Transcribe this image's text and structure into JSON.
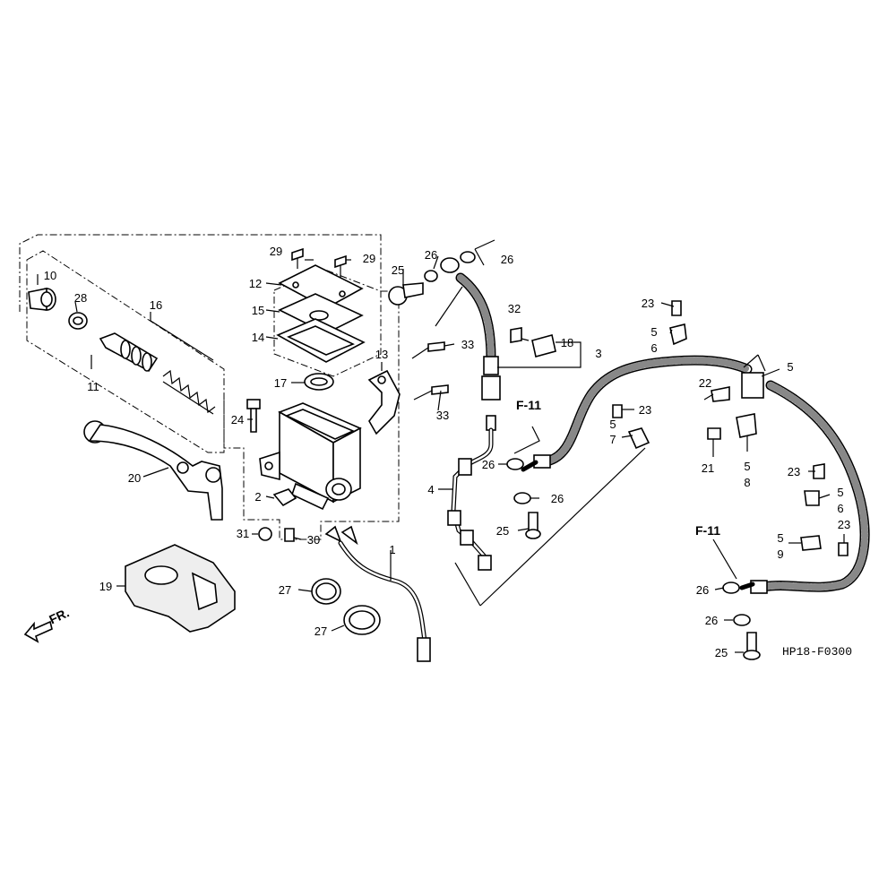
{
  "diagram_code": "HP18-F0300",
  "section_ref": "F-11",
  "direction": "FR.",
  "callouts": {
    "c1": "1",
    "c2": "2",
    "c3": "3",
    "c4": "4",
    "c5": "5",
    "c6": "6",
    "c7": "7",
    "c8": "8",
    "c9": "9",
    "c10": "10",
    "c11": "11",
    "c12": "12",
    "c13": "13",
    "c14": "14",
    "c15": "15",
    "c16": "16",
    "c17": "17",
    "c18": "18",
    "c19": "19",
    "c20": "20",
    "c21": "21",
    "c22": "22",
    "c23": "23",
    "c24": "24",
    "c25": "25",
    "c26": "26",
    "c27": "27",
    "c28": "28",
    "c29": "29",
    "c30": "30",
    "c31": "31",
    "c32": "32",
    "c33": "33"
  }
}
